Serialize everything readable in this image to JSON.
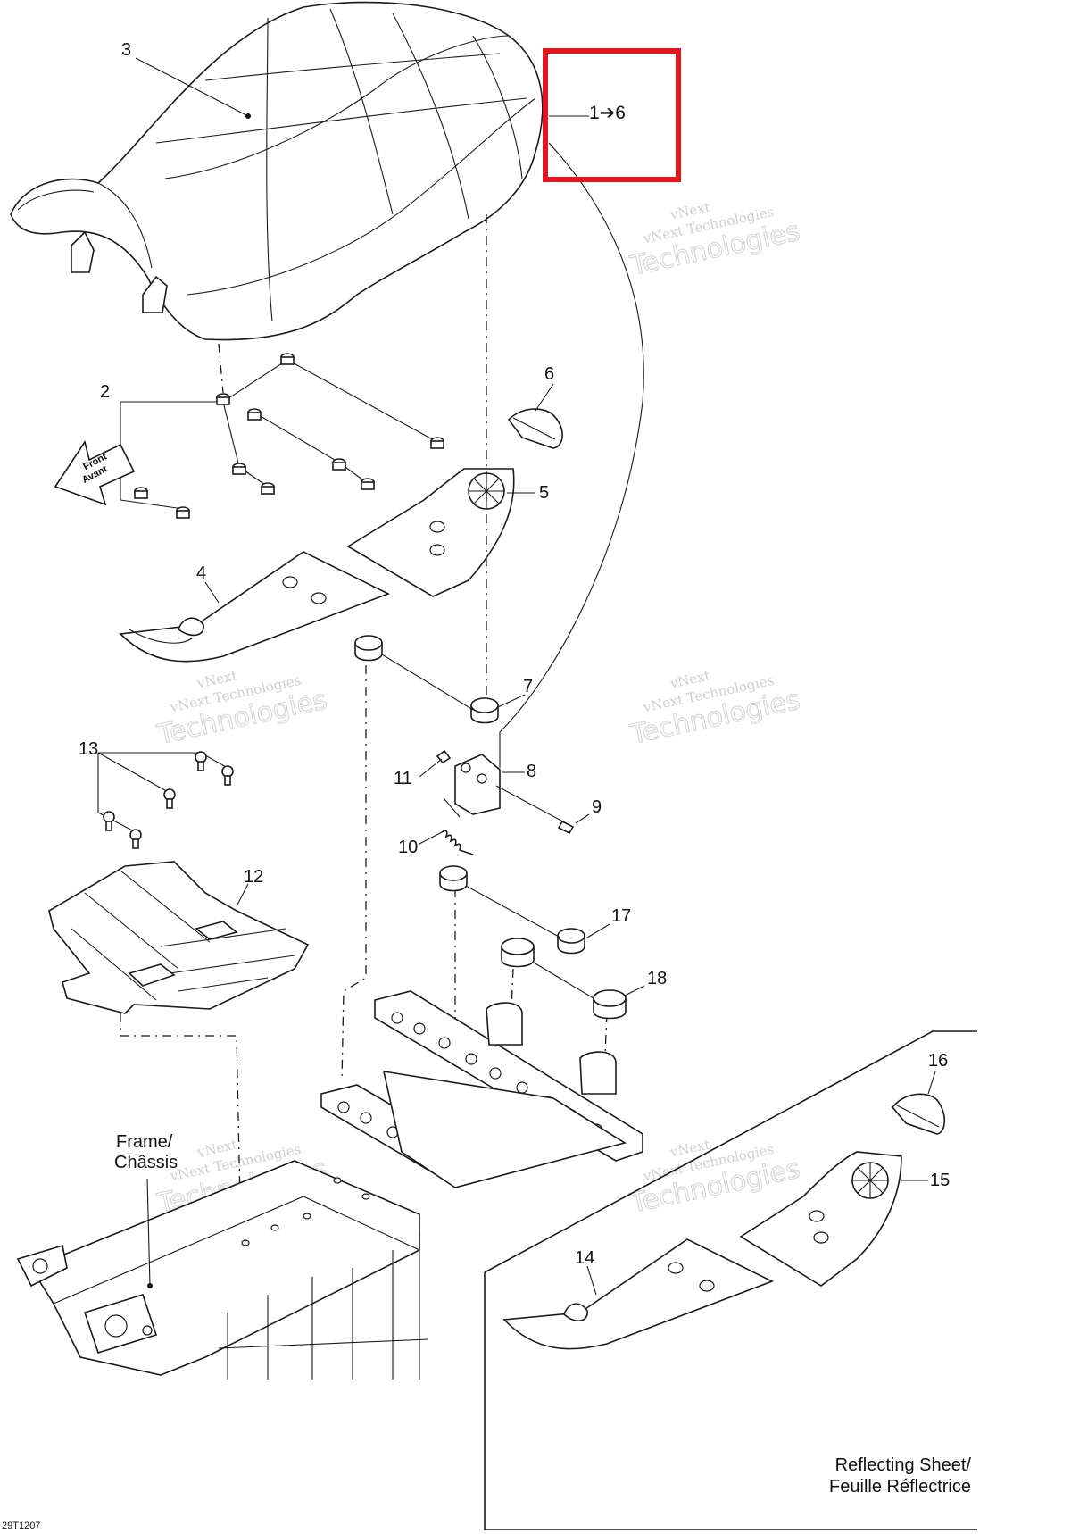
{
  "highlight": {
    "text": "1➔6",
    "color": "#e3161c"
  },
  "callouts": [
    "1",
    "2",
    "3",
    "4",
    "5",
    "6",
    "7",
    "8",
    "9",
    "10",
    "11",
    "12",
    "13",
    "14",
    "15",
    "16",
    "17",
    "18"
  ],
  "front_arrow": {
    "line1": "Front",
    "line2": "Avant"
  },
  "frame_label": {
    "line1": "Frame/",
    "line2": "Châssis"
  },
  "reflect_label": {
    "line1": "Reflecting Sheet/",
    "line2": "Feuille Réflectrice"
  },
  "watermark": {
    "line1": "vNext",
    "line2": "vNext Technologies",
    "line3": "Technologies"
  },
  "doc_code": "29T1207"
}
